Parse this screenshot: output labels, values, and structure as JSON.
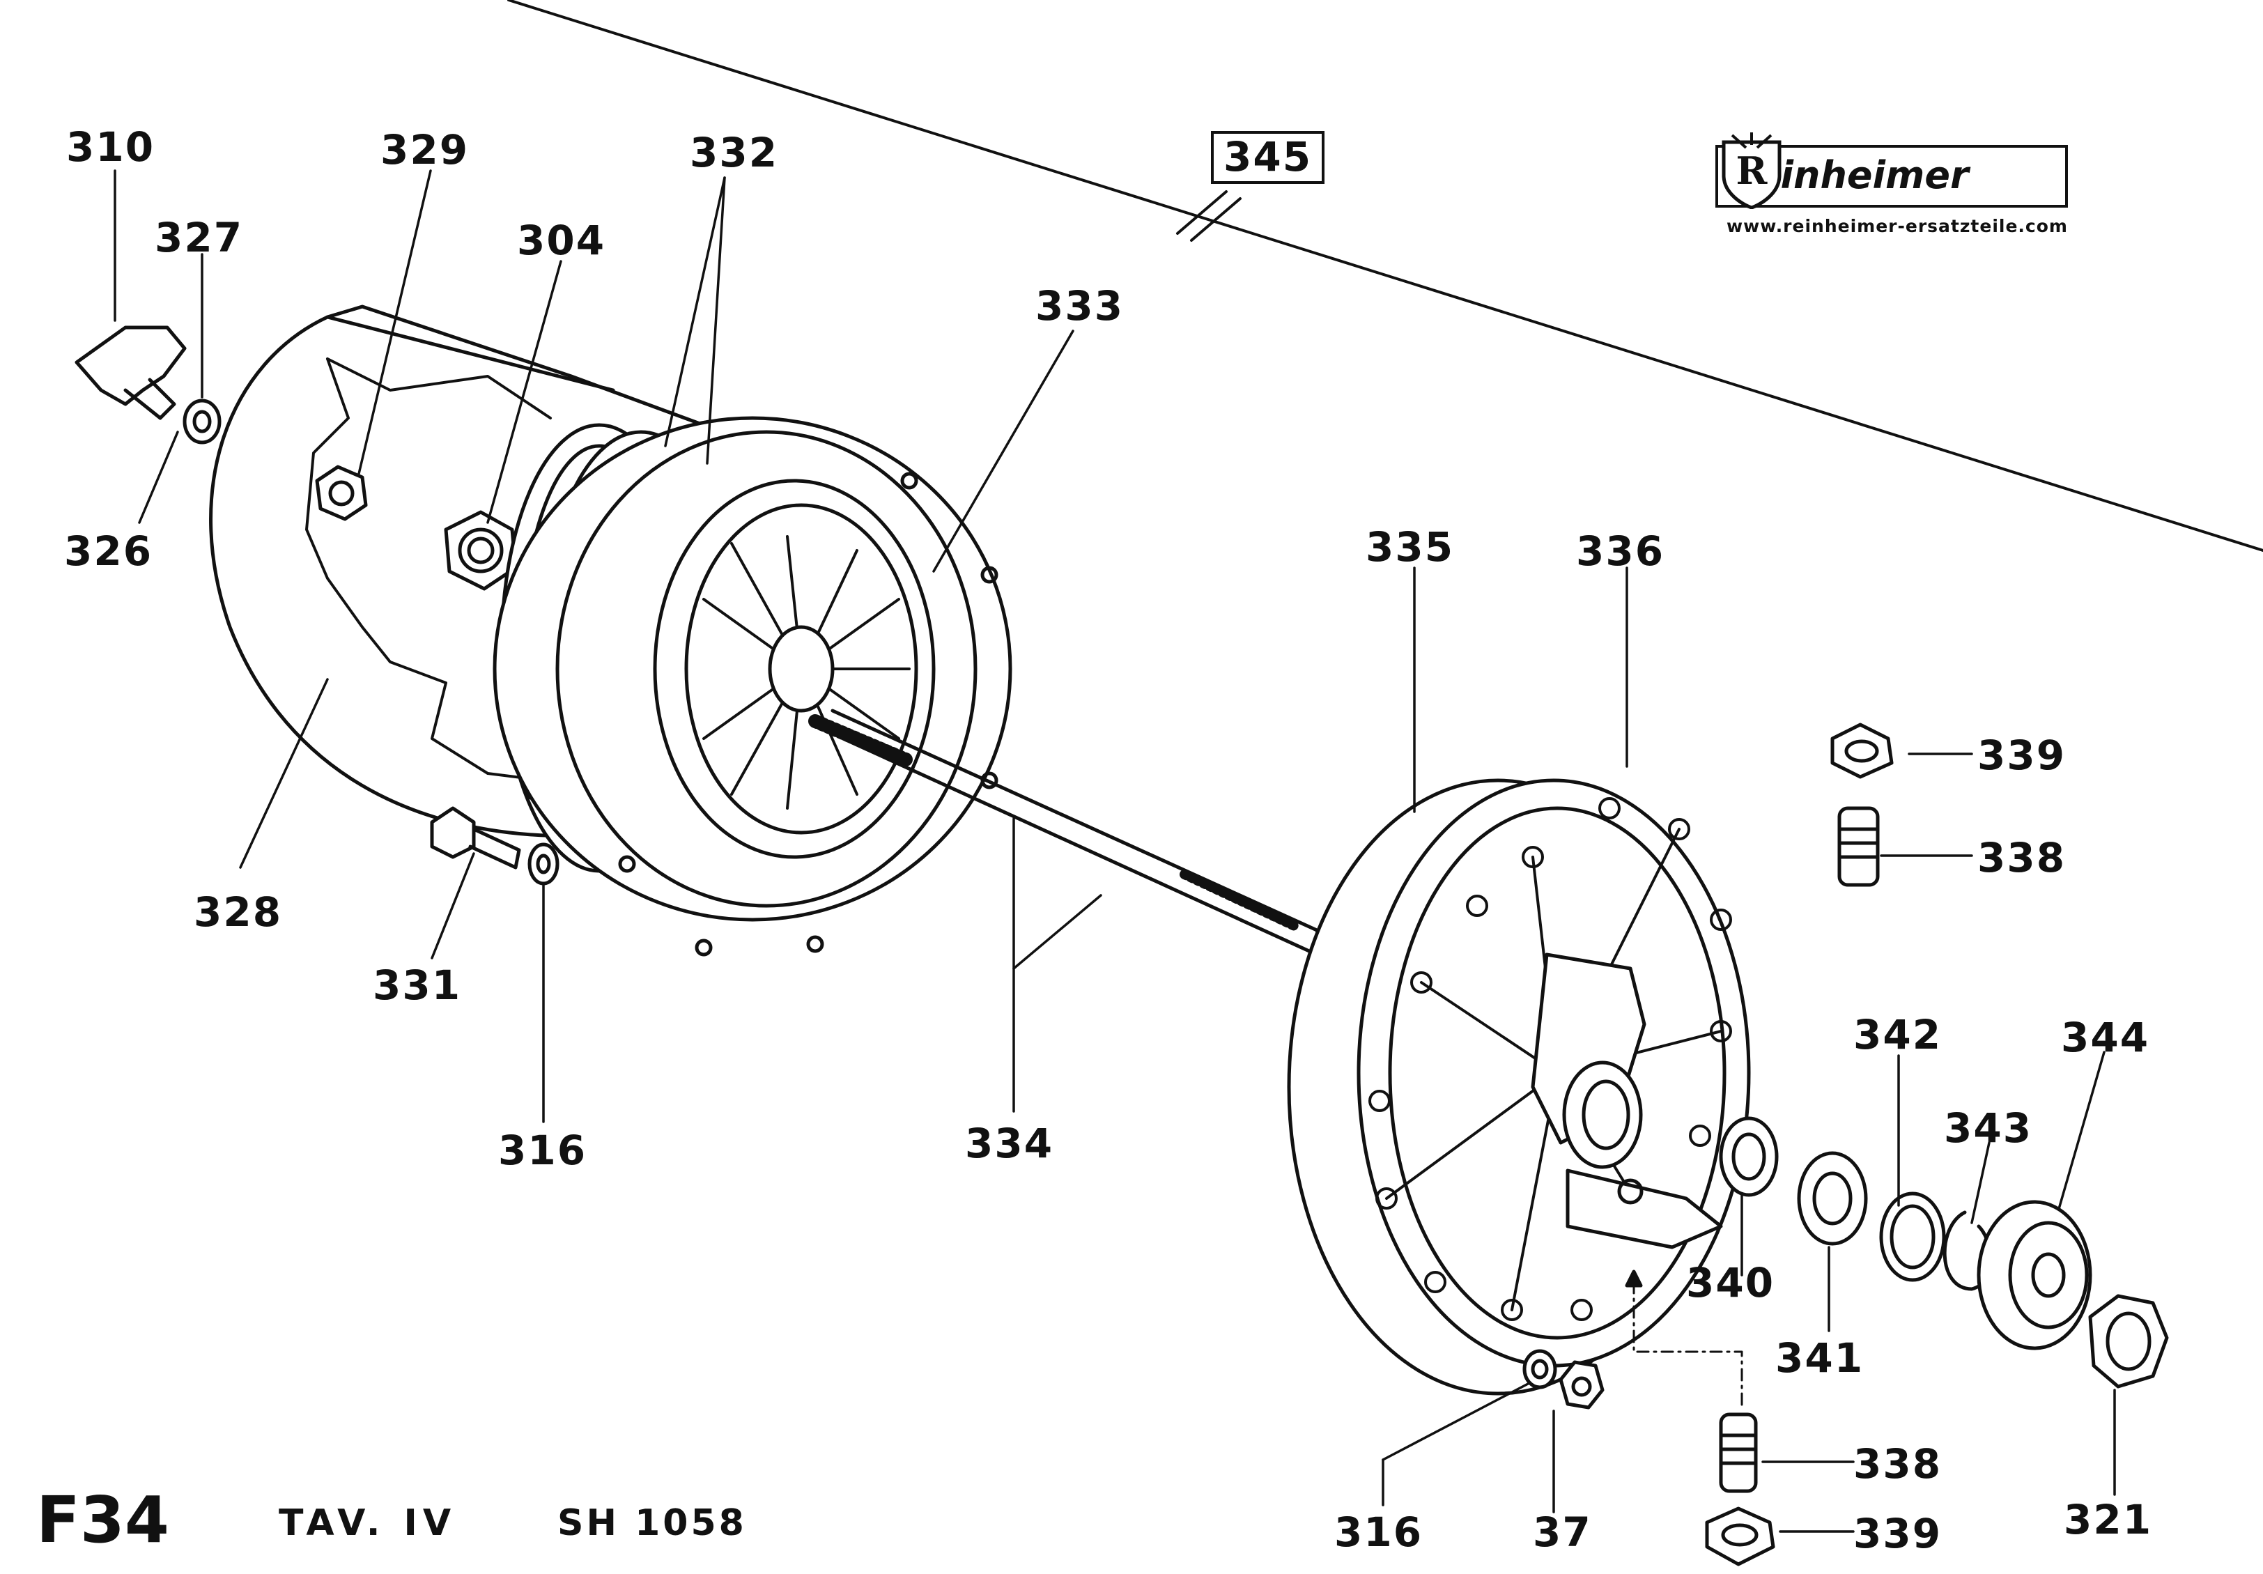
{
  "brand": {
    "name": "Reinheimer",
    "mark_letter": "R",
    "url": "www.reinheimer-ersatzteile.com"
  },
  "assembly_ref": "345",
  "part_labels": {
    "p310": "310",
    "p327": "327",
    "p326": "326",
    "p329": "329",
    "p304": "304",
    "p332": "332",
    "p333": "333",
    "p328": "328",
    "p331": "331",
    "p316a": "316",
    "p334": "334",
    "p335": "335",
    "p336": "336",
    "p339a": "339",
    "p338a": "338",
    "p342": "342",
    "p344": "344",
    "p343": "343",
    "p340": "340",
    "p341": "341",
    "p316b": "316",
    "p37": "37",
    "p338b": "338",
    "p339b": "339",
    "p321": "321"
  },
  "footer": {
    "code": "F34",
    "table": "TAV. IV",
    "sheet": "SH 1058"
  }
}
